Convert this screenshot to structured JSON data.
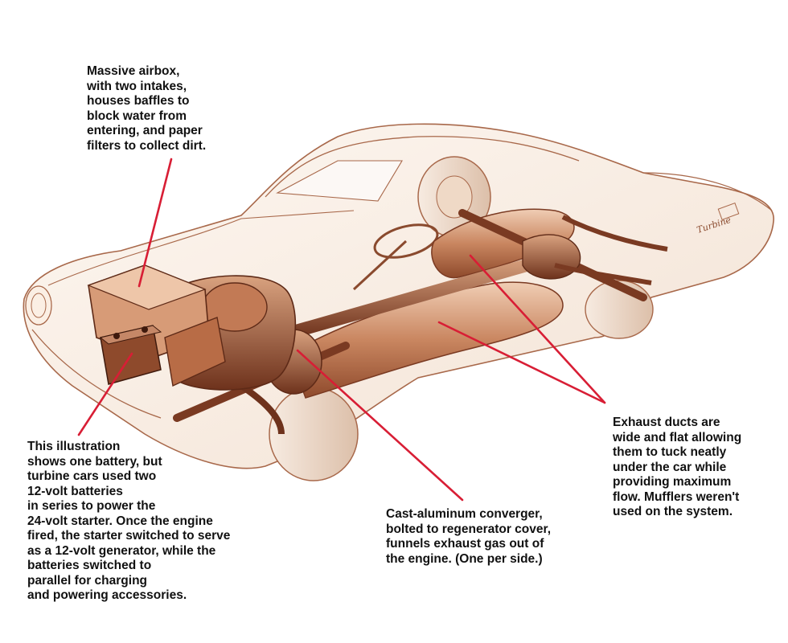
{
  "colors": {
    "leader": "#d81e35",
    "outline": "#8a4a2e",
    "shade_dark": "#7a3a22",
    "shade_mid": "#b36b48",
    "shade_light": "#e9c6ad",
    "body_tint": "#fbf4ee",
    "text": "#111111"
  },
  "callouts": {
    "airbox": "Massive airbox,\nwith two intakes,\nhouses baffles to\nblock water from\nentering, and paper\nfilters to collect dirt.",
    "battery": "This illustration\nshows one battery, but\nturbine cars used two\n12-volt batteries\nin series to power the\n24-volt starter. Once the engine\nfired, the starter switched to serve\nas a 12-volt generator, while the\nbatteries switched to\nparallel for charging\nand powering accessories.",
    "converger": "Cast-aluminum converger,\nbolted to regenerator cover,\nfunnels exhaust gas out of\nthe engine. (One per side.)",
    "exhaust": "Exhaust ducts are\nwide and flat allowing\nthem to tuck neatly\nunder the car while\nproviding maximum\nflow. Mufflers weren't\nused on the system."
  },
  "script_badge": "Turbine"
}
